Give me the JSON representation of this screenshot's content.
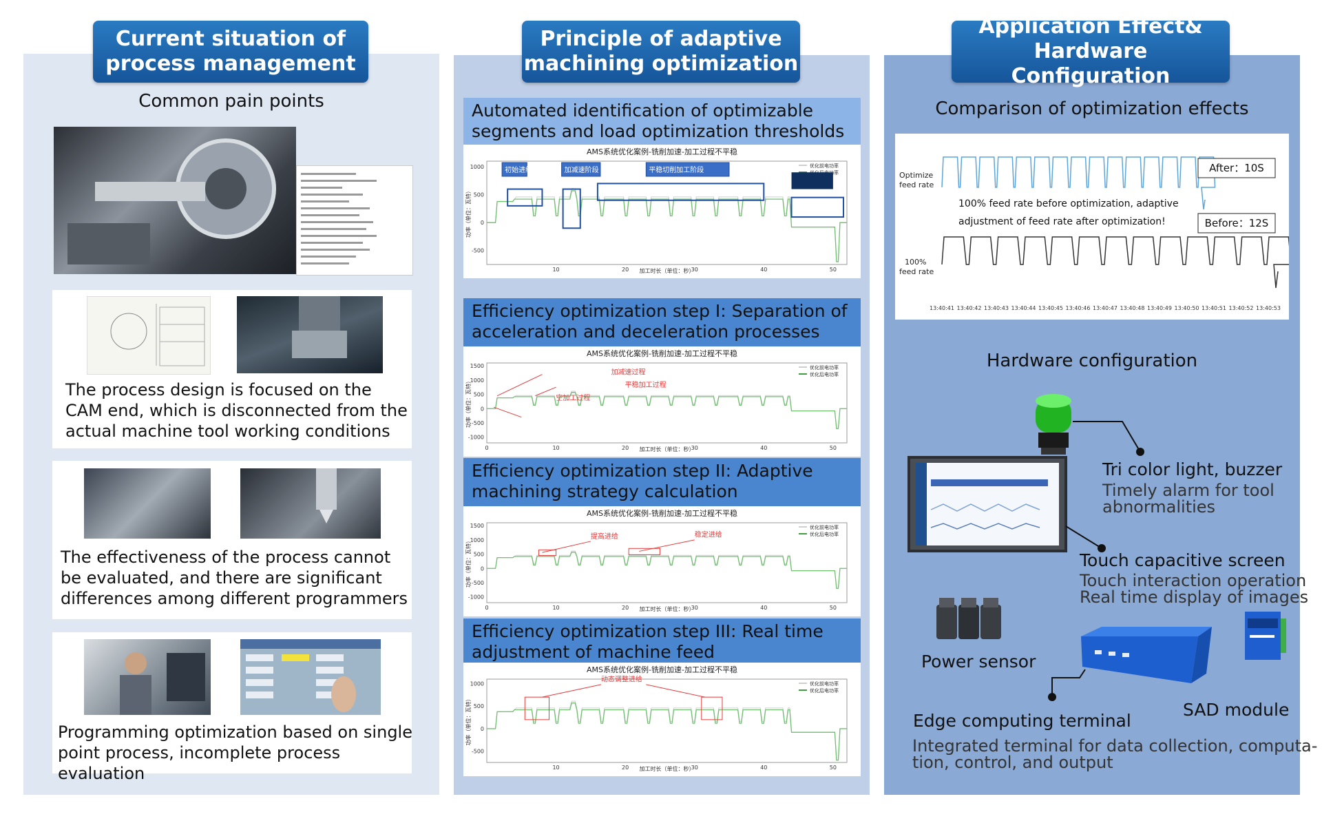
{
  "left": {
    "header": "Current situation of process management",
    "header_lines": [
      "Current situation of",
      "process management"
    ],
    "subtitle": "Common pain points",
    "pains": [
      "The process design is focused on the CAM end, which is disconnected from the actual machine tool working conditions",
      "The effectiveness of the process cannot be evaluated, and there are significant differences among different programmers",
      "Programming optimization based on single point process, incomplete process evaluation"
    ]
  },
  "middle": {
    "header_lines": [
      "Principle of adaptive",
      "machining optimization"
    ],
    "section1": "Automated identification of optimizable segments and load optimization thresholds",
    "step1": "Efficiency optimization step I: Separation of acceleration and deceleration processes",
    "step2": "Efficiency optimization step II: Adaptive machining strategy calculation",
    "step3": "Efficiency optimization step III: Real time adjustment of machine feed",
    "chart_title": "AMS系统优化案例-铣削加速-加工过程不平稳",
    "xlabel": "加工时长（单位：秒）",
    "ylabel": "功率（单位：瓦特）",
    "legend": [
      "优化前电功率",
      "优化后电功率"
    ],
    "annot1": [
      "初始进给阶段",
      "加减速阶段",
      "平稳切削加工阶段"
    ],
    "annot2": [
      "加减速过程",
      "平稳加工过程",
      "空加工过程"
    ],
    "annot3": [
      "提高进给",
      "稳定进给"
    ],
    "annot4": [
      "动态调整进给"
    ]
  },
  "right": {
    "header_lines": [
      "Application Effect&",
      "Hardware Configuration"
    ],
    "compare_title": "Comparison of optimization effects",
    "optimize_label": [
      "Optimize",
      "feed rate"
    ],
    "base_label": [
      "100%",
      "feed rate"
    ],
    "after": "After：10S",
    "before": "Before：12S",
    "note_lines": [
      "100% feed rate before optimization, adaptive",
      "adjustment of feed rate after optimization!"
    ],
    "times": [
      "13:40:41",
      "13:40:42",
      "13:40:43",
      "13:40:44",
      "13:40:45",
      "13:40:46",
      "13:40:47",
      "13:40:48",
      "13:40:49",
      "13:40:50",
      "13:40:51",
      "13:40:52",
      "13:40:53"
    ],
    "hw_title": "Hardware configuration",
    "light_title": "Tri color light, buzzer",
    "light_sub": [
      "Timely alarm for tool",
      "abnormalities"
    ],
    "screen_title": "Touch capacitive screen",
    "screen_sub": [
      "Touch interaction operation",
      "Real time display of images"
    ],
    "power": "Power sensor",
    "sad": "SAD module",
    "edge_title": "Edge computing terminal",
    "edge_sub": [
      "Integrated terminal for data collection, computa-",
      "tion, control, and output"
    ]
  },
  "chart_data": [
    {
      "type": "line",
      "title": "AMS系统优化案例-铣削加速-加工过程不平稳",
      "xlabel": "加工时长（单位：秒）",
      "ylabel": "功率（单位：瓦特）",
      "x_ticks": [
        10,
        20,
        30,
        40,
        50
      ],
      "y_ticks": [
        1000,
        500,
        0,
        -500
      ],
      "series": [
        {
          "name": "优化前电功率"
        },
        {
          "name": "优化后电功率"
        }
      ]
    },
    {
      "type": "line",
      "title": "AMS系统优化案例-铣削加速-加工过程不平稳",
      "x_ticks": [
        0,
        10,
        20,
        30,
        40,
        50
      ],
      "y_ticks": [
        1500,
        1000,
        500,
        0,
        -500,
        -1000
      ],
      "series": [
        {
          "name": "优化前电功率"
        },
        {
          "name": "优化后电功率"
        }
      ]
    },
    {
      "type": "line",
      "title": "AMS系统优化案例-铣削加速-加工过程不平稳",
      "x_ticks": [
        0,
        10,
        20,
        30,
        40,
        50
      ],
      "y_ticks": [
        1500,
        1000,
        500,
        0,
        -500,
        -1000
      ],
      "series": [
        {
          "name": "优化前电功率"
        },
        {
          "name": "优化后电功率"
        }
      ]
    },
    {
      "type": "line",
      "title": "AMS系统优化案例-铣削加速-加工过程不平稳",
      "x_ticks": [
        10,
        20,
        30,
        40,
        50
      ],
      "y_ticks": [
        1000,
        500,
        0,
        -500
      ],
      "series": [
        {
          "name": "优化前电功率"
        },
        {
          "name": "优化后电功率"
        }
      ]
    }
  ],
  "colors": {
    "header": "#1a5fa6",
    "panel1": "#dfe7f3",
    "panel2": "#bfcfe7",
    "panel3": "#8aa9d5",
    "green": "#6fbf6f",
    "red": "#e23b3b"
  }
}
